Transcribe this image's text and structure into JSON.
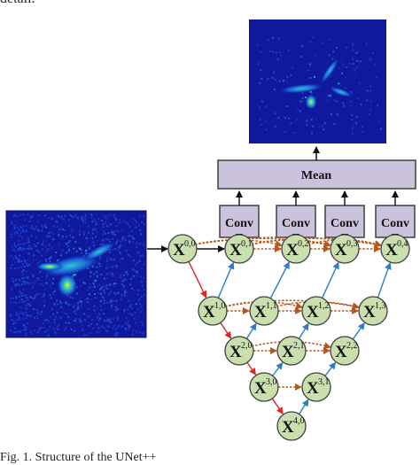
{
  "caption_top": "detail.",
  "caption_bottom": "Fig. 1.  Structure of the UNet++",
  "mean_label": "Mean",
  "conv_label": "Conv",
  "nodes": [
    {
      "id": "0,0",
      "sup": "0,0"
    },
    {
      "id": "0,1",
      "sup": "0,1"
    },
    {
      "id": "0,2",
      "sup": "0,2"
    },
    {
      "id": "0,3",
      "sup": "0,3"
    },
    {
      "id": "0,4",
      "sup": "0,4"
    },
    {
      "id": "1,0",
      "sup": "1,0"
    },
    {
      "id": "1,1",
      "sup": "1,1"
    },
    {
      "id": "1,2",
      "sup": "1,2"
    },
    {
      "id": "1,3",
      "sup": "1,3"
    },
    {
      "id": "2,0",
      "sup": "2,0"
    },
    {
      "id": "2,1",
      "sup": "2,1"
    },
    {
      "id": "2,2",
      "sup": "2,2"
    },
    {
      "id": "3,0",
      "sup": "3,0"
    },
    {
      "id": "3,1",
      "sup": "3,1"
    },
    {
      "id": "4,0",
      "sup": "4,0"
    }
  ],
  "node_letter": "X",
  "colors": {
    "node_fill": "#c9dfae",
    "node_stroke": "#3f3f3f",
    "box_fill": "#cbc2dc",
    "down_arrow": "#e0261f",
    "up_arrow": "#2f7bc4",
    "skip_arrow": "#b8561b",
    "image_bg": "#10189c"
  }
}
